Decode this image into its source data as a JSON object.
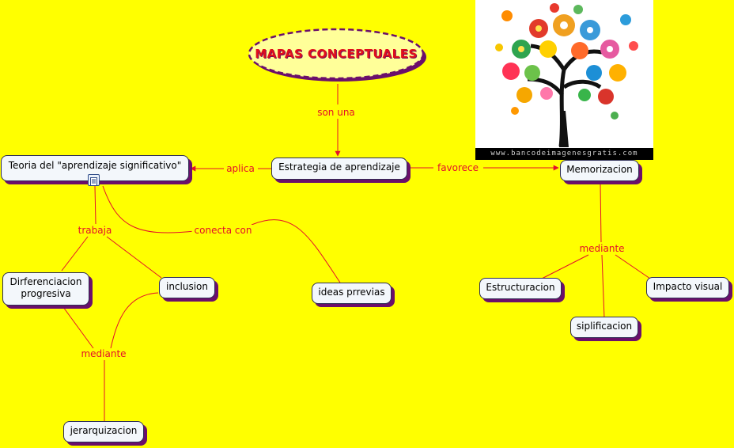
{
  "title": "MAPAS CONCEPTUALES",
  "image_watermark": "www.bancodeimagenesgratis.com",
  "nodes": {
    "estrategia": "Estrategia de aprendizaje",
    "teoria": "Teoria del \"aprendizaje significativo\"",
    "memorizacion": "Memorizacion",
    "diferenciacion_1": "Dirferenciacion",
    "diferenciacion_2": "progresiva",
    "inclusion": "inclusion",
    "ideas_previas": "ideas prrevias",
    "jerarquizacion": "jerarquizacion",
    "estructuracion": "Estructuracion",
    "impacto_visual": "Impacto visual",
    "siplificacion": "siplificacion"
  },
  "links": {
    "son_una": "son una",
    "aplica": "aplica",
    "favorece": "favorece",
    "trabaja": "trabaja",
    "conecta_con": "conecta con",
    "mediante_left": "mediante",
    "mediante_right": "mediante"
  },
  "colors": {
    "background": "#ffff00",
    "link_text": "#e4102a",
    "node_shadow": "#6b0f6b",
    "title_bubble": "#ffff99"
  }
}
